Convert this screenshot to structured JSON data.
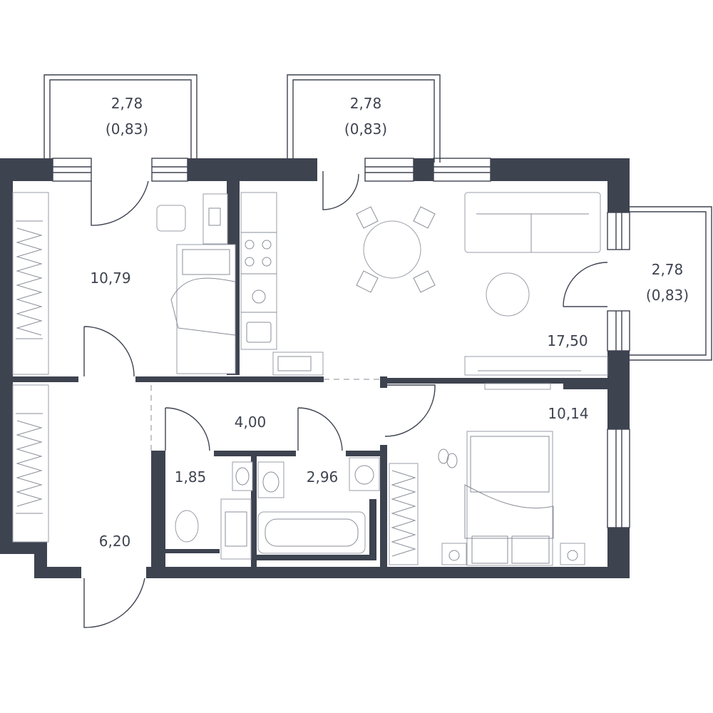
{
  "colors": {
    "wall": "#3e4350",
    "line": "#3e4350",
    "furniture": "#9a9ea8",
    "background": "#ffffff"
  },
  "rooms": {
    "balcony_left": {
      "area": "2,78",
      "area_net": "(0,83)"
    },
    "balcony_middle": {
      "area": "2,78",
      "area_net": "(0,83)"
    },
    "balcony_right": {
      "area": "2,78",
      "area_net": "(0,83)"
    },
    "bedroom_left": {
      "area": "10,79"
    },
    "living_kitchen": {
      "area": "17,50"
    },
    "bedroom_right": {
      "area": "10,14"
    },
    "hall": {
      "area": "4,00"
    },
    "entrance": {
      "area": "6,20"
    },
    "wc": {
      "area": "1,85"
    },
    "bathroom": {
      "area": "2,96"
    }
  }
}
